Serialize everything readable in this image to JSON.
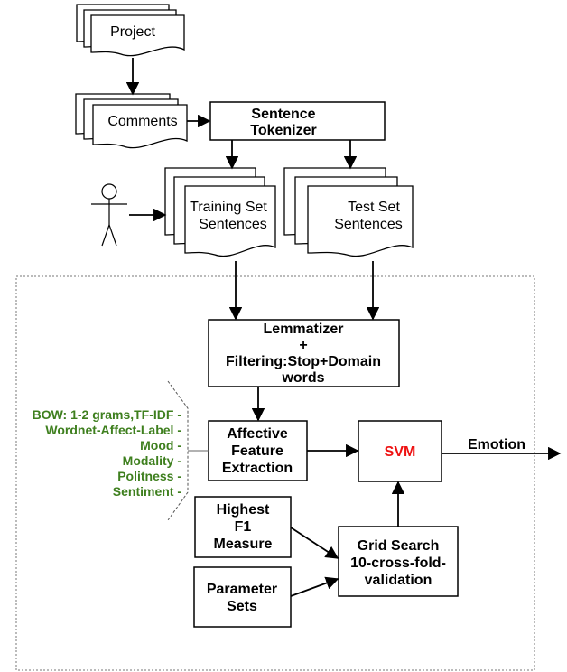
{
  "nodes": {
    "project": "Project",
    "comments": "Comments",
    "sentence_tokenizer": [
      "Sentence",
      "Tokenizer"
    ],
    "training_set": [
      "Training Set",
      "Sentences"
    ],
    "test_set": [
      "Test Set",
      "Sentences"
    ],
    "lemmatizer": [
      "Lemmatizer",
      "+",
      "Filtering:Stop+Domain",
      "words"
    ],
    "affective_feature_extraction": [
      "Affective",
      "Feature",
      "Extraction"
    ],
    "svm": "SVM",
    "emotion": "Emotion",
    "highest_f1": [
      "Highest",
      "F1",
      "Measure"
    ],
    "parameter_sets": [
      "Parameter",
      "Sets"
    ],
    "grid_search": [
      "Grid Search",
      "10-cross-fold-",
      "validation"
    ]
  },
  "features": [
    "BOW: 1-2 grams,TF-IDF -",
    "Wordnet-Affect-Label -",
    "Mood -",
    "Modality -",
    "Politness -",
    "Sentiment -"
  ],
  "colors": {
    "svm_text": "#ee1111",
    "feature_text": "#3e7f1e",
    "stroke": "#000000"
  },
  "icons": {
    "annotator": "stick-figure-icon"
  }
}
